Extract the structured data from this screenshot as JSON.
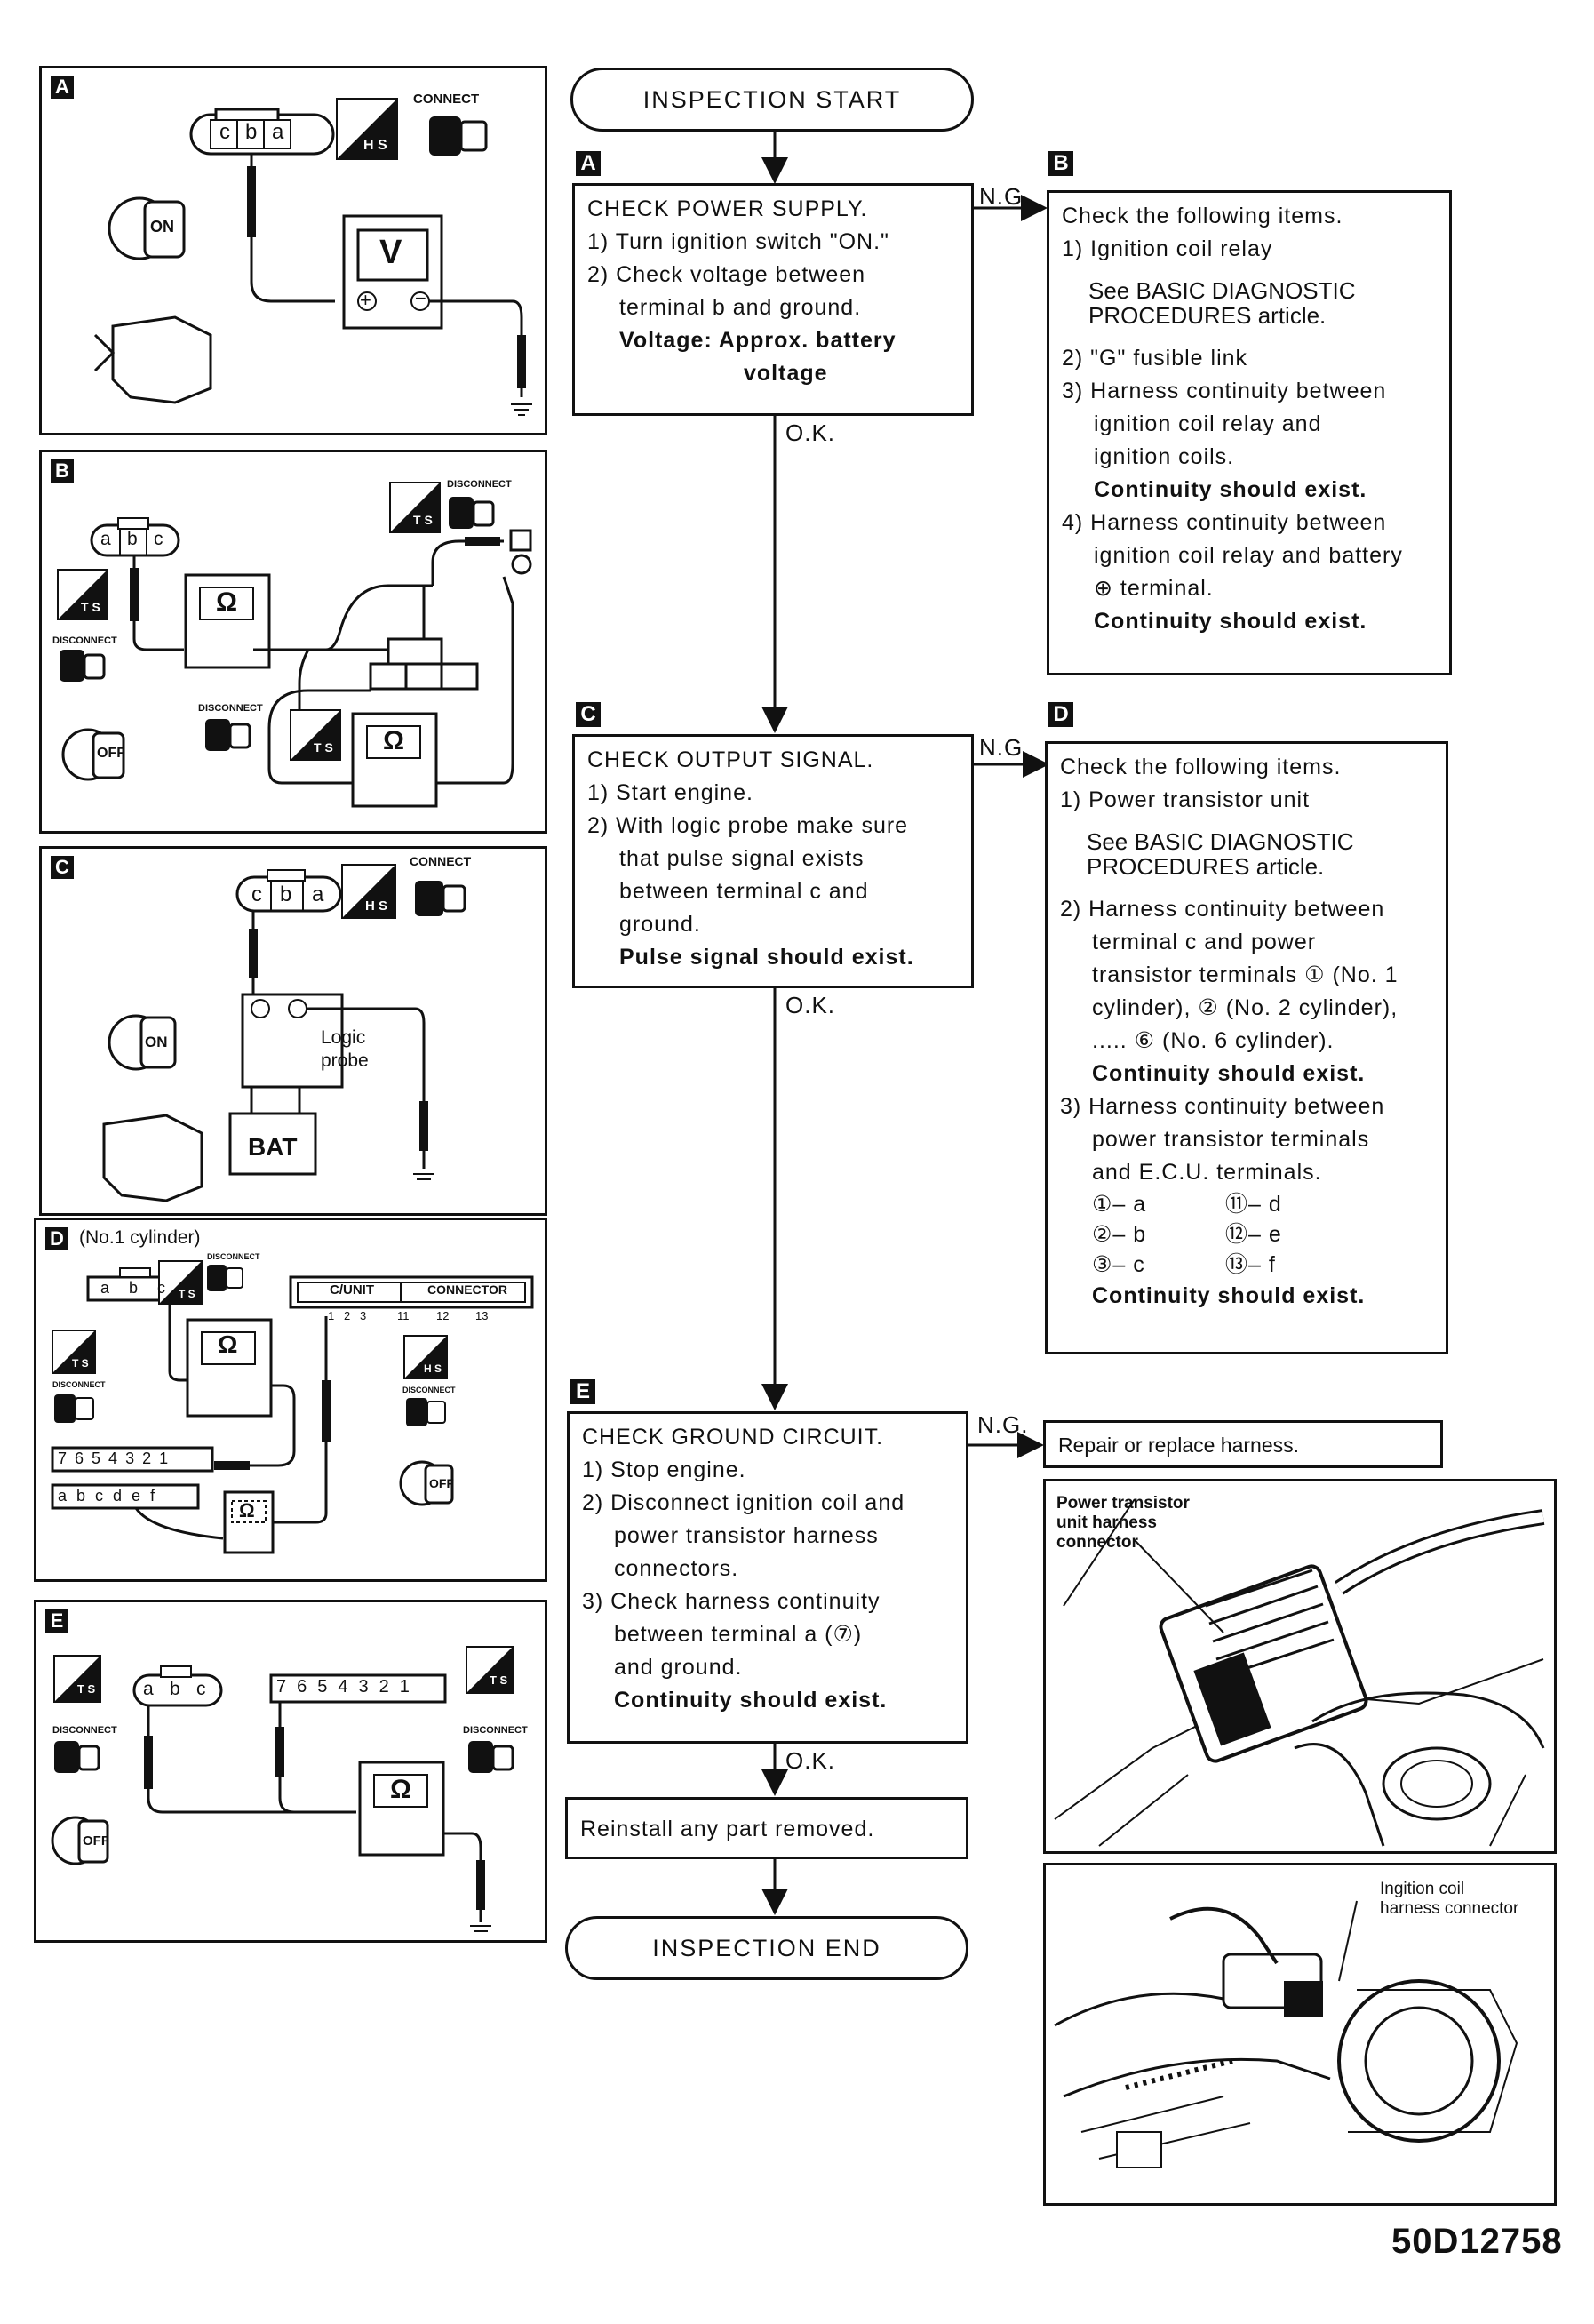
{
  "flow": {
    "start": "INSPECTION START",
    "end": "INSPECTION END",
    "ng": "N.G.",
    "ok": "O.K.",
    "tags": {
      "a": "A",
      "b": "B",
      "c": "C",
      "d": "D",
      "e": "E"
    },
    "step_a": {
      "title": "CHECK POWER SUPPLY.",
      "l1": "1) Turn ignition switch \"ON.\"",
      "l2": "2) Check voltage between",
      "l3": "terminal  b  and ground.",
      "l4": "Voltage:  Approx. battery",
      "l5": "voltage"
    },
    "step_b": {
      "title": "Check the following items.",
      "l1": "1) Ignition coil relay",
      "note1": "See BASIC DIAGNOSTIC",
      "note2": "PROCEDURES article.",
      "l2": "2) \"G\" fusible link",
      "l3": "3) Harness continuity between",
      "l3b": "ignition coil relay and",
      "l3c": "ignition coils.",
      "l3d": "Continuity should exist.",
      "l4": "4) Harness continuity between",
      "l4b": "ignition coil relay and battery",
      "l4c": "⊕ terminal.",
      "l4d": "Continuity should exist."
    },
    "step_c": {
      "title": "CHECK OUTPUT SIGNAL.",
      "l1": "1) Start engine.",
      "l2": "2) With logic probe make sure",
      "l3": "that pulse signal exists",
      "l4": "between terminal  c  and",
      "l5": "ground.",
      "l6": "Pulse signal should exist."
    },
    "step_d": {
      "title": "Check the following items.",
      "l1": "1) Power transistor unit",
      "note1": "See BASIC DIAGNOSTIC",
      "note2": "PROCEDURES article.",
      "l2": "2) Harness continuity between",
      "l2b": "terminal  c  and power",
      "l2c": "transistor terminals ① (No. 1",
      "l2d": "cylinder), ② (No. 2 cylinder),",
      "l2e": "..... ⑥ (No. 6 cylinder).",
      "l2f": "Continuity should exist.",
      "l3": "3) Harness continuity between",
      "l3b": "power transistor terminals",
      "l3c": "and E.C.U. terminals.",
      "m1a": "①– a",
      "m1b": "⑪– d",
      "m2a": "②– b",
      "m2b": "⑫– e",
      "m3a": "③– c",
      "m3b": "⑬– f",
      "l3d": "Continuity should exist."
    },
    "step_e": {
      "title": "CHECK GROUND CIRCUIT.",
      "l1": "1) Stop engine.",
      "l2": "2) Disconnect ignition coil and",
      "l3": "power transistor harness",
      "l4": "connectors.",
      "l5": "3) Check harness continuity",
      "l6": "between terminal  a  (⑦)",
      "l7": "and ground.",
      "l8": "Continuity should exist."
    },
    "repair": "Repair or replace harness.",
    "reinstall": "Reinstall any part removed."
  },
  "panels": {
    "a": {
      "tag": "A",
      "connector": [
        "c",
        "b",
        "a"
      ],
      "connect": "CONNECT",
      "hs": "H S",
      "on": "ON",
      "meter": "V"
    },
    "b": {
      "tag": "B",
      "connector": [
        "a",
        "b",
        "c"
      ],
      "disconnect": "DISCONNECT",
      "ts": "T S",
      "off": "OFF",
      "meter": "Ω"
    },
    "c": {
      "tag": "C",
      "connector": [
        "c",
        "b",
        "a"
      ],
      "connect": "CONNECT",
      "hs": "H S",
      "on": "ON",
      "probe1": "Logic",
      "probe2": "probe",
      "bat": "BAT"
    },
    "d": {
      "tag": "D",
      "title": "(No.1 cylinder)",
      "connector": [
        "a",
        "b",
        "c"
      ],
      "disconnect": "DISCONNECT",
      "ts": "T S",
      "hs": "H S",
      "off": "OFF",
      "cunit": "C/UNIT",
      "cconn": "CONNECTOR",
      "pins": [
        "1",
        "2",
        "3",
        "11",
        "12",
        "13"
      ],
      "pt_conn": [
        "7",
        "6",
        "5",
        "4",
        "3",
        "2",
        "1"
      ],
      "ecu_conn": [
        "a",
        "b",
        "c",
        "d",
        "e",
        "f"
      ],
      "meter": "Ω"
    },
    "e": {
      "tag": "E",
      "connector": [
        "a",
        "b",
        "c"
      ],
      "ts": "T S",
      "disconnect": "DISCONNECT",
      "off": "OFF",
      "pt_conn": [
        "7",
        "6",
        "5",
        "4",
        "3",
        "2",
        "1"
      ],
      "meter": "Ω"
    }
  },
  "photos": {
    "top_caption1": "Power transistor",
    "top_caption2": "unit harness",
    "top_caption3": "connector",
    "bottom_caption1": "Ingition coil",
    "bottom_caption2": "harness connector"
  },
  "doc_id": "50D12758"
}
